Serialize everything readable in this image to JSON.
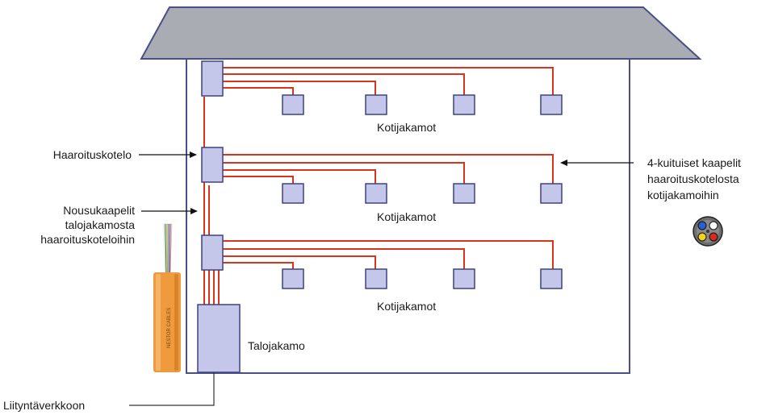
{
  "labels": {
    "floors": [
      "Kotijakamot",
      "Kotijakamot",
      "Kotijakamot"
    ],
    "haaroituskotelo": "Haaroituskotelo",
    "nousukaapelit": [
      "Nousukaapelit",
      "talojakamosta",
      "haaroituskoteloihin"
    ],
    "kaapelit": [
      "4-kuituiset kaapelit",
      "haaroituskotelosta",
      "kotijakamoihin"
    ],
    "talojakamo": "Talojakamo",
    "liityntaverkkoon": "Liityntäverkkoon",
    "cable_brand": "NESTOR CABLES"
  },
  "colors": {
    "roof": "#a9acb2",
    "roof_stroke": "#4a4f88",
    "wall_stroke": "#4a4f88",
    "box_fill": "#c4c7ea",
    "box_stroke": "#3e4280",
    "cable": "#d9351c",
    "cable_jacket": "#ef9a3c"
  }
}
